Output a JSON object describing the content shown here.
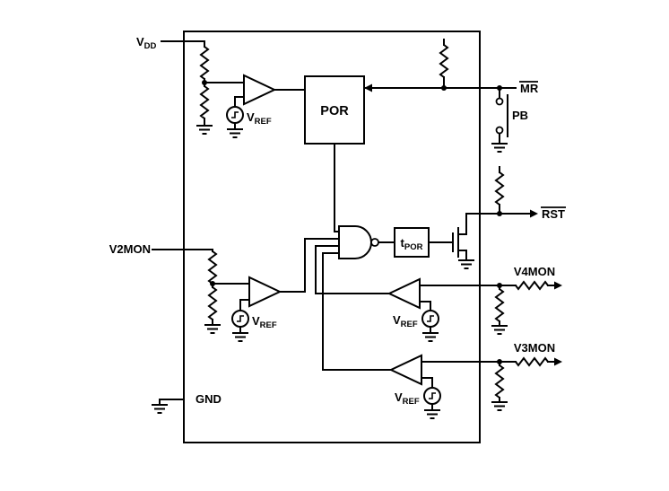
{
  "diagram": {
    "colors": {
      "line": "#000000",
      "background": "#ffffff"
    },
    "pins": {
      "vdd": {
        "base": "V",
        "sub": "DD"
      },
      "v2mon": "V2MON",
      "v4mon": "V4MON",
      "v3mon": "V3MON",
      "mr": "MR",
      "rst": "RST",
      "gnd": "GND"
    },
    "external": {
      "pb": "PB"
    },
    "references": {
      "vref": {
        "base": "V",
        "sub": "REF"
      }
    },
    "ic": {
      "blocks": {
        "por": "POR",
        "tpor": {
          "base": "t",
          "sub": "POR"
        }
      }
    }
  }
}
